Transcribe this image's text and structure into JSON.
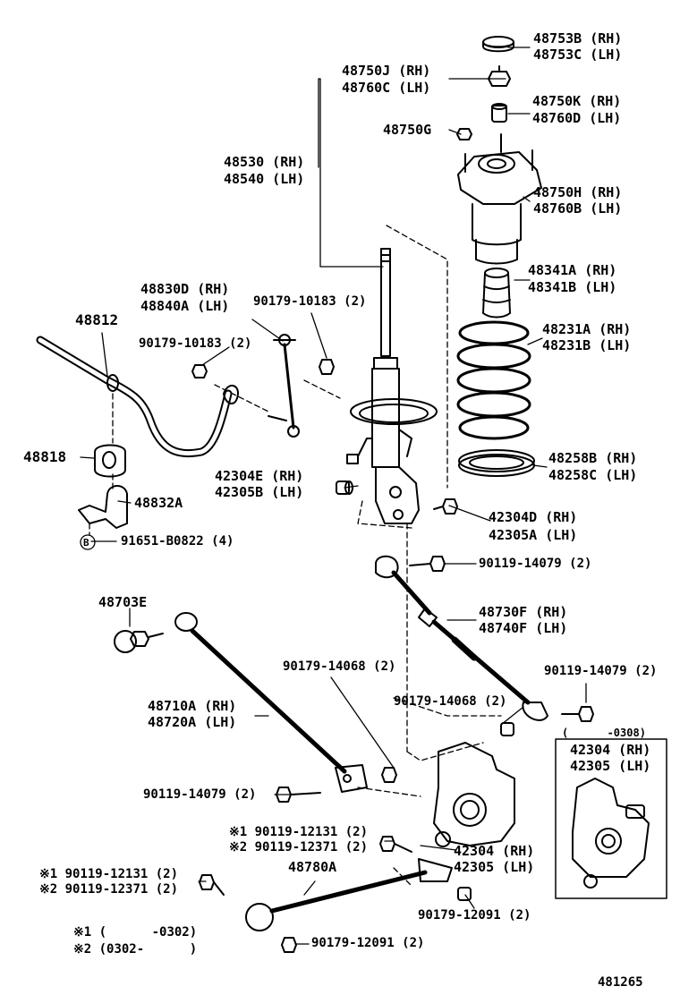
{
  "diagram_id": "481265",
  "labels": {
    "p48753": [
      "48753B (RH)",
      "48753C (LH)"
    ],
    "p48750j": [
      "48750J (RH)",
      "48760C (LH)"
    ],
    "p48750k": [
      "48750K (RH)",
      "48760D (LH)"
    ],
    "p48750g": "48750G",
    "p48530": [
      "48530 (RH)",
      "48540 (LH)"
    ],
    "p48750h": [
      "48750H (RH)",
      "48760B (LH)"
    ],
    "p48341": [
      "48341A (RH)",
      "48341B (LH)"
    ],
    "p48830": [
      "48830D (RH)",
      "48840A (LH)"
    ],
    "p90179_10183_a": "90179-10183 (2)",
    "p90179_10183_b": "90179-10183 (2)",
    "p48812": "48812",
    "p48231": [
      "48231A (RH)",
      "48231B (LH)"
    ],
    "p48258": [
      "48258B (RH)",
      "48258C (LH)"
    ],
    "p48818": "48818",
    "p42304e": [
      "42304E (RH)",
      "42305B (LH)"
    ],
    "p48832": "48832A",
    "p42304d": [
      "42304D (RH)",
      "42305A (LH)"
    ],
    "p91651": "91651-B0822 (4)",
    "p91651_ref": "B",
    "p90119_14079_a": "90119-14079 (2)",
    "p48703": "48703E",
    "p48730": [
      "48730F (RH)",
      "48740F (LH)"
    ],
    "p90179_14068_a": "90179-14068 (2)",
    "p90119_14079_b": "90119-14079 (2)",
    "p48710": [
      "48710A (RH)",
      "48720A (LH)"
    ],
    "p90179_14068_b": "90179-14068 (2)",
    "p0308": "(      -0308)",
    "p42304_inset": [
      "42304 (RH)",
      "42305 (LH)"
    ],
    "p90119_14079_c": "90119-14079 (2)",
    "p90119_12131_a": "※1 90119-12131 (2)",
    "p90119_12371_a": "※2 90119-12371 (2)",
    "p42304_main": [
      "42304 (RH)",
      "42305 (LH)"
    ],
    "p90119_12131_b": "※1 90119-12131 (2)",
    "p90119_12371_b": "※2 90119-12371 (2)",
    "p48780": "48780A",
    "p90179_12091_a": "90179-12091 (2)",
    "note1": "※1 (      -0302)",
    "note2": "※2 (0302-      )",
    "p90179_12091_b": "90179-12091 (2)"
  },
  "style": {
    "ink": "#000000",
    "background": "#ffffff"
  }
}
